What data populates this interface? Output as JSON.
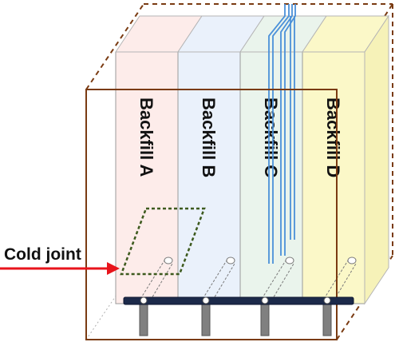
{
  "diagram": {
    "columns": [
      {
        "label": "Backfill A",
        "fill": "#fdecea"
      },
      {
        "label": "Backfill B",
        "fill": "#eaf1fb"
      },
      {
        "label": "Backfill C",
        "fill": "#eaf4ec"
      },
      {
        "label": "Backfill D",
        "fill": "#fbf8c8"
      }
    ],
    "cold_joint": {
      "label": "Cold joint",
      "arrow_color": "#e8141b",
      "outline_color": "#3d5a1e"
    },
    "colors": {
      "box_edge": "#7a3b12",
      "pipe": "#4a90d9",
      "rail": "#1c2a4a",
      "post": "#808080"
    }
  }
}
